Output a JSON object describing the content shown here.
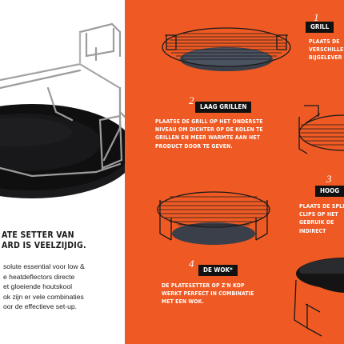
{
  "left": {
    "headline_lines": [
      "ATE SETTER VAN",
      "ARD IS VEELZIJDIG."
    ],
    "body_lines": [
      "solute essential voor low &",
      "e heatdeflectors  directe",
      "et gloeiende houtskool",
      "ok zijn er vele combinaties",
      "oor de effectieve set-up."
    ]
  },
  "sections": [
    {
      "number": "1",
      "badge": "GRILL",
      "desc_lines": [
        "PLAATS DE",
        "VERSCHILLEND",
        "BIJGELEVER"
      ]
    },
    {
      "number": "2",
      "badge": "LAAG GRILLEN",
      "desc_lines": [
        "PLAATSE DE GRILL OP HET ONDERSTE",
        "NIVEAU OM DICHTER OP DE KOLEN TE",
        "GRILLEN EN MEER WARMTE AAN HET",
        "PRODUCT DOOR TE GEVEN."
      ]
    },
    {
      "number": "3",
      "badge": "HOOG",
      "desc_lines": [
        "PLAATS DE SPLIT",
        "CLIPS OP HET",
        "GEBRUIK DE",
        "INDIRECT"
      ]
    },
    {
      "number": "4",
      "badge": "DE WOK*",
      "desc_lines": [
        "DE PLATESETTER OP Z'N KOP",
        "WERKT PERFECT IN COMBINATIE",
        "MET EEN WOK."
      ]
    }
  ],
  "colors": {
    "panel_orange": "#ef5a24",
    "badge_black": "#111111",
    "stone_dark": "#0f0f10",
    "chrome": "#9a9a9a"
  },
  "icons": [
    "platesetter-wok-illustration",
    "grill-grate-illustration",
    "low-grill-illustration",
    "split-grill-illustration",
    "high-grill-illustration",
    "wok-illustration"
  ]
}
